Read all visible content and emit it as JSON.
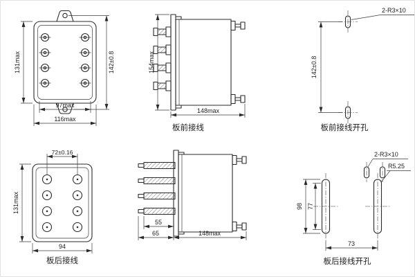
{
  "front_view": {
    "dim_height": "131max",
    "dim_mount_holes": "142±0.8",
    "dim_inner_width": "97max",
    "dim_width": "116max"
  },
  "front_side": {
    "dim_height": "154max",
    "dim_depth": "148max",
    "caption": "板前接线"
  },
  "front_drill": {
    "slot_note": "2-R3×10",
    "dim_hole_span": "142±0.8",
    "caption": "板前接线开孔"
  },
  "rear_view": {
    "dim_pin_span": "72±0.16",
    "dim_height": "131max",
    "dim_width": "94",
    "caption": "板后接线"
  },
  "rear_side": {
    "dim_pin_short": "55",
    "dim_pin_long": "65",
    "dim_depth": "148max"
  },
  "rear_drill": {
    "slot_note": "2-R3×10",
    "radius_note": "R5.25",
    "dim_slot_length": "98",
    "dim_slot_centers": "77",
    "dim_slot_span": "73",
    "caption": "板后接线开孔"
  }
}
